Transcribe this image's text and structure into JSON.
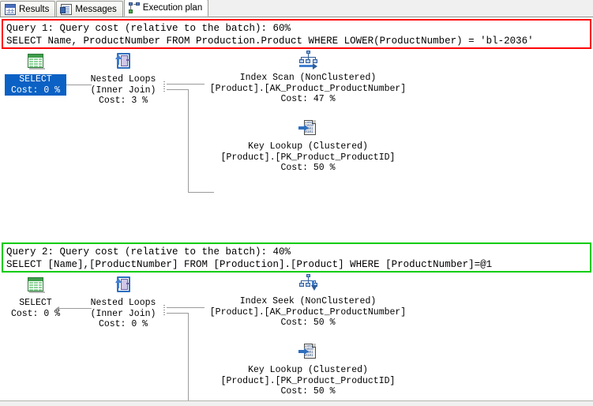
{
  "tabs": [
    {
      "label": "Results",
      "icon": "grid-icon",
      "active": false
    },
    {
      "label": "Messages",
      "icon": "page-icon",
      "active": false
    },
    {
      "label": "Execution plan",
      "icon": "plan-icon",
      "active": true
    }
  ],
  "colors": {
    "query1_border": "#ff0000",
    "query2_border": "#00cc00",
    "selection_highlight": "#0b61c4",
    "connector": "#9a9a9a"
  },
  "queries": [
    {
      "header": "Query 1: Query cost (relative to the batch): 60%",
      "sql": "SELECT Name, ProductNumber FROM Production.Product WHERE LOWER(ProductNumber) = 'bl-2036'",
      "cost_percent": "60%",
      "nodes": {
        "select": {
          "line1": "SELECT",
          "line2": "Cost: 0 %",
          "icon": "select-icon",
          "selected": true
        },
        "join": {
          "line1": "Nested Loops",
          "line2": "(Inner Join)",
          "line3": "Cost: 3 %",
          "icon": "nested-loops-icon"
        },
        "upper": {
          "line1": "Index Scan (NonClustered)",
          "line2": "[Product].[AK_Product_ProductNumber]",
          "line3": "Cost: 47 %",
          "icon": "index-scan-icon"
        },
        "lower": {
          "line1": "Key Lookup (Clustered)",
          "line2": "[Product].[PK_Product_ProductID]",
          "line3": "Cost: 50 %",
          "icon": "key-lookup-icon"
        }
      }
    },
    {
      "header": "Query 2: Query cost (relative to the batch): 40%",
      "sql": "SELECT [Name],[ProductNumber] FROM [Production].[Product] WHERE [ProductNumber]=@1",
      "cost_percent": "40%",
      "nodes": {
        "select": {
          "line1": "SELECT",
          "line2": "Cost: 0 %",
          "icon": "select-icon",
          "selected": false
        },
        "join": {
          "line1": "Nested Loops",
          "line2": "(Inner Join)",
          "line3": "Cost: 0 %",
          "icon": "nested-loops-icon"
        },
        "upper": {
          "line1": "Index Seek (NonClustered)",
          "line2": "[Product].[AK_Product_ProductNumber]",
          "line3": "Cost: 50 %",
          "icon": "index-seek-icon"
        },
        "lower": {
          "line1": "Key Lookup (Clustered)",
          "line2": "[Product].[PK_Product_ProductID]",
          "line3": "Cost: 50 %",
          "icon": "key-lookup-icon"
        }
      }
    }
  ],
  "icon_digits": "1001\n1010\n1001\n0101"
}
